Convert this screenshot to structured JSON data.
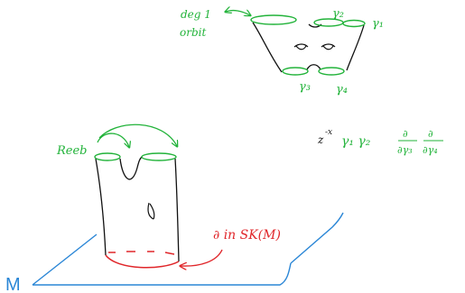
{
  "colors": {
    "ink": "#111111",
    "green": "#22b33a",
    "red": "#e0262a",
    "blue": "#2a86d6"
  },
  "labels": {
    "deg_line1": "deg 1",
    "deg_line2": "orbit",
    "gamma1": "γ₁",
    "gamma2": "γ₂",
    "gamma3": "γ₃",
    "gamma4": "γ₄",
    "reeb": "Reeb",
    "boundary": "∂ in SK(M)",
    "manifold": "M"
  },
  "formula": {
    "z": "z",
    "exponent": "-x",
    "body": "γ₁ γ₂",
    "d_top1": "∂",
    "d_bottom1": "∂γ₃",
    "d_top2": "∂",
    "d_bottom2": "∂γ₄"
  },
  "icons": {
    "arrow_deg_orbit": "double-headed-arrow",
    "arrow_reeb": "curved-arrow",
    "arrow_boundary": "curved-arrow"
  }
}
